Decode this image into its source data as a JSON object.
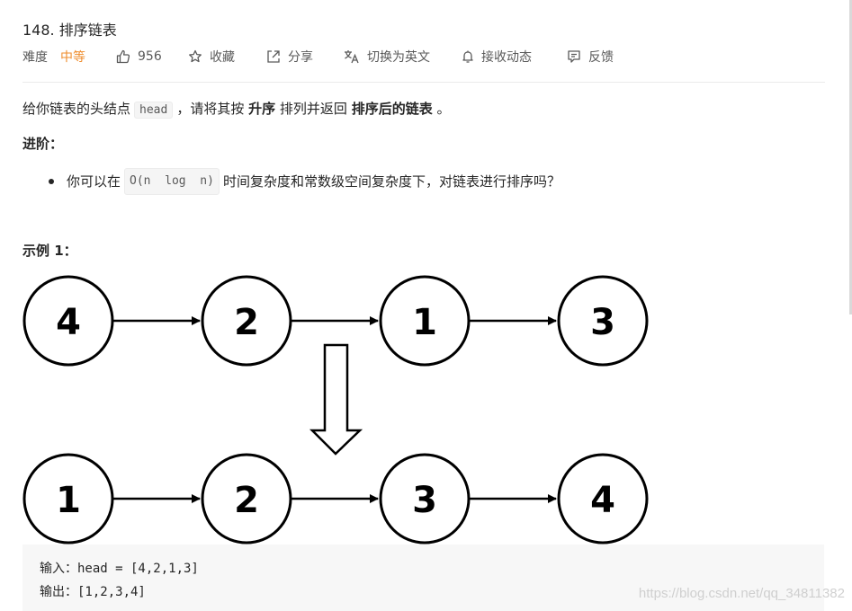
{
  "problem": {
    "title": "148. 排序链表",
    "difficulty_label": "难度",
    "difficulty_value": "中等",
    "likes": "956",
    "favorite_label": "收藏",
    "share_label": "分享",
    "translate_label": "切换为英文",
    "subscribe_label": "接收动态",
    "feedback_label": "反馈"
  },
  "description": {
    "part1": "给你链表的头结点",
    "code_head": "head",
    "part2": "，请将其按",
    "bold1": "升序",
    "part3": "排列并返回",
    "bold2": "排序后的链表",
    "part4": "。"
  },
  "advance": {
    "heading": "进阶：",
    "bullet_prefix": "你可以在",
    "bullet_code": "O(n  log  n)",
    "bullet_suffix": "时间复杂度和常数级空间复杂度下，对链表进行排序吗？"
  },
  "example": {
    "heading": "示例 1：",
    "top_nodes": [
      "4",
      "2",
      "1",
      "3"
    ],
    "bottom_nodes": [
      "1",
      "2",
      "3",
      "4"
    ],
    "input_line": "输入：head = [4,2,1,3]",
    "output_line": "输出：[1,2,3,4]"
  },
  "watermark": "https://blog.csdn.net/qq_34811382",
  "colors": {
    "difficulty": "#ef8d2e",
    "divider": "#ebebeb"
  },
  "icons": [
    "thumbs-up-icon",
    "star-icon",
    "share-icon",
    "translate-icon",
    "bell-icon",
    "feedback-icon"
  ]
}
